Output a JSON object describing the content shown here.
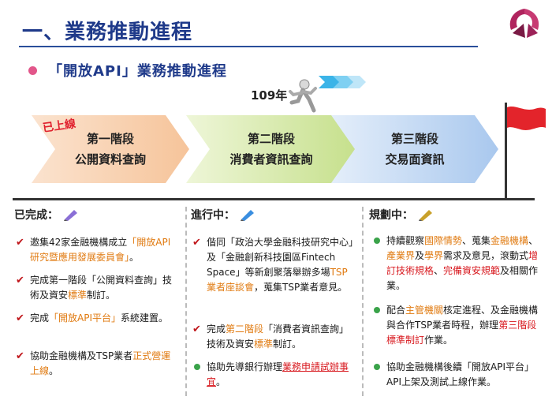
{
  "header": {
    "title": "一、業務推動進程",
    "subtitle": "「開放API」業務推動進程"
  },
  "timeline": {
    "year": "109年",
    "online_label": "已上線",
    "stages": [
      {
        "name": "第一階段",
        "desc": "公開資料查詢"
      },
      {
        "name": "第二階段",
        "desc": "消費者資訊查詢"
      },
      {
        "name": "第三階段",
        "desc": "交易面資訊"
      }
    ]
  },
  "columns": {
    "done": {
      "heading": "已完成：",
      "items": [
        [
          "邀集42家金融機構成立",
          "「開放API研究暨應用發展委員會」",
          "。"
        ],
        [
          "完成第一階段「公開資料查詢」技術及資安",
          "標準",
          "制訂。"
        ],
        [
          "完成",
          "「開放API平台」",
          "系統建置。"
        ],
        [
          "協助金融機構及TSP業者",
          "正式營運上線",
          "。"
        ]
      ]
    },
    "progress": {
      "heading": "進行中：",
      "items": [
        [
          "偕同「政治大學金融科技研究中心」及「金融創新科技園區Fintech Space」等新創聚落舉辦多場",
          "TSP業者座談會",
          "，蒐集TSP業者意見。"
        ],
        [
          "完成",
          "第二階段",
          "「消費者資訊查詢」技術及資安",
          "標準",
          "制訂。"
        ],
        [
          "協助先導銀行辦理",
          "業務申請試辦事宜",
          "。"
        ]
      ]
    },
    "plan": {
      "heading": "規劃中：",
      "items": [
        [
          "持續觀察",
          "國際情勢",
          "、蒐集",
          "金融機構",
          "、",
          "產業界",
          "及",
          "學界",
          "需求及意見，滾動式",
          "增訂技術規格",
          "、",
          "完備資安規範",
          "及相關作業。"
        ],
        [
          "配合",
          "主管機關",
          "核定進程、及金融機構與合作TSP業者時程，辦理",
          "第三階段標準制訂",
          "作業。"
        ],
        [
          "協助金融機構後續「開放API平台」API上架及測試上線作業。"
        ]
      ]
    }
  },
  "colors": {
    "title": "#1f3a8a",
    "stage1": "#f6c49a",
    "stage2": "#cfe59a",
    "stage3": "#a9c8ee",
    "flag": "#e3242b",
    "check": "#c0161b",
    "dot": "#3aa34a",
    "highlight_orange": "#e07a10",
    "highlight_red": "#d8191f"
  },
  "icons": [
    "logo-icon",
    "runner-icon",
    "speed-arrows-icon",
    "flag-icon",
    "pencil-icon",
    "check-icon"
  ]
}
